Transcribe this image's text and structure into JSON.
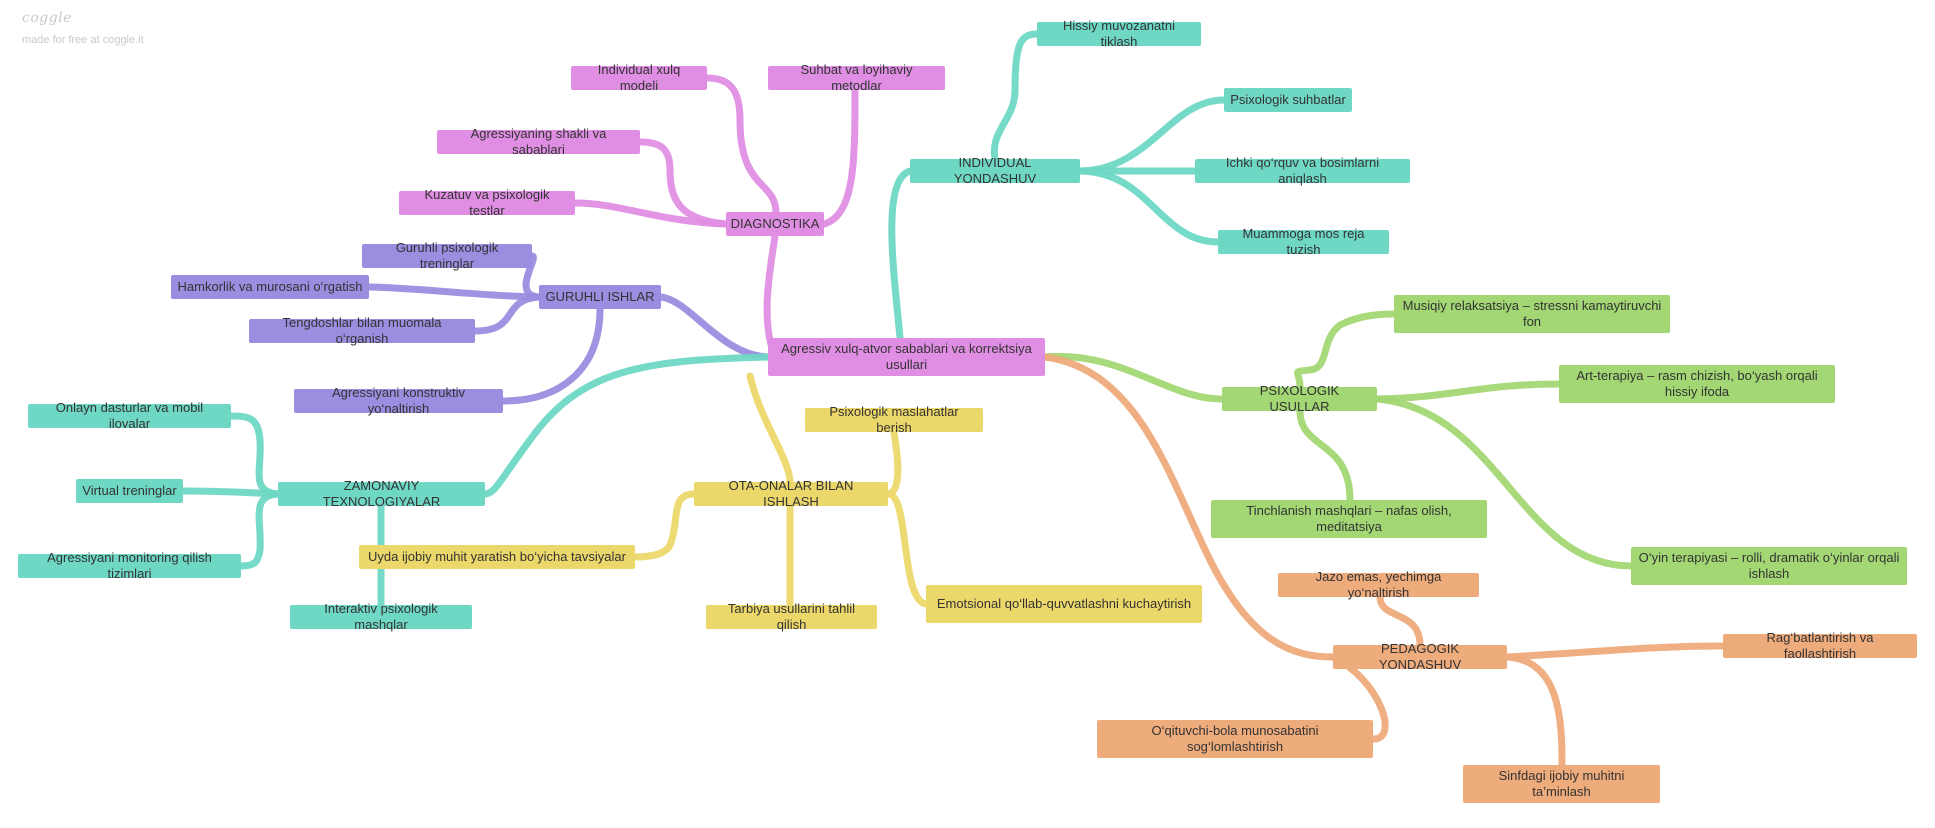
{
  "brand": {
    "logo_text": "coggle",
    "tagline": "made for free at coggle.it"
  },
  "colors": {
    "pink": "#e08ee4",
    "purple": "#9b8de0",
    "teal": "#6ed8c4",
    "green": "#a3d774",
    "yellow": "#ecd86a",
    "orange": "#eeab7c"
  },
  "root": {
    "label": "Agressiv xulq-atvor sabablari va korrektsiya usullari"
  },
  "branches": [
    {
      "label": "DIAGNOSTIKA",
      "color": "pink",
      "children": [
        "Individual xulq modeli",
        "Suhbat va loyihaviy metodlar",
        "Agressiyaning shakli va sabablari",
        "Kuzatuv va psixologik testlar"
      ]
    },
    {
      "label": "INDIVIDUAL YONDASHUV",
      "color": "teal",
      "children": [
        "Hissiy muvozanatni tiklash",
        "Psixologik suhbatlar",
        "Ichki qo‘rquv va bosimlarni aniqlash",
        "Muammoga mos reja tuzish"
      ]
    },
    {
      "label": "GURUHLI ISHLAR",
      "color": "purple",
      "children": [
        "Guruhli psixologik treninglar",
        "Hamkorlik va murosani o‘rgatish",
        "Tengdoshlar bilan muomala o‘rganish",
        "Agressiyani konstruktiv yo‘naltirish"
      ]
    },
    {
      "label": "PSIXOLOGIK USULLAR",
      "color": "green",
      "children": [
        "Musiqiy relaksatsiya – stressni kamaytiruvchi fon",
        "Art-terapiya – rasm chizish, bo‘yash orqali hissiy ifoda",
        "Tinchlanish mashqlari – nafas olish, meditatsiya",
        "O‘yin terapiyasi – rolli, dramatik o‘yinlar orqali ishlash"
      ]
    },
    {
      "label": "ZAMONAVIY TEXNOLOGIYALAR",
      "color": "teal",
      "children": [
        "Onlayn dasturlar va mobil ilovalar",
        "Virtual treninglar",
        "Agressiyani monitoring qilish tizimlari",
        "Interaktiv psixologik mashqlar"
      ]
    },
    {
      "label": "OTA-ONALAR BILAN ISHLASH",
      "color": "yellow",
      "children": [
        "Psixologik maslahatlar berish",
        "Uyda ijobiy muhit yaratish bo‘yicha tavsiyalar",
        "Tarbiya usullarini tahlil qilish",
        "Emotsional qo‘llab-quvvatlashni kuchaytirish"
      ]
    },
    {
      "label": "PEDAGOGIK YONDASHUV",
      "color": "orange",
      "children": [
        "Jazo emas, yechimga yo‘naltirish",
        "Rag‘batlantirish va faollashtirish",
        "O‘qituvchi-bola munosabatini sog‘lomlashtirish",
        "Sinfdagi ijobiy muhitni ta’minlash"
      ]
    }
  ]
}
